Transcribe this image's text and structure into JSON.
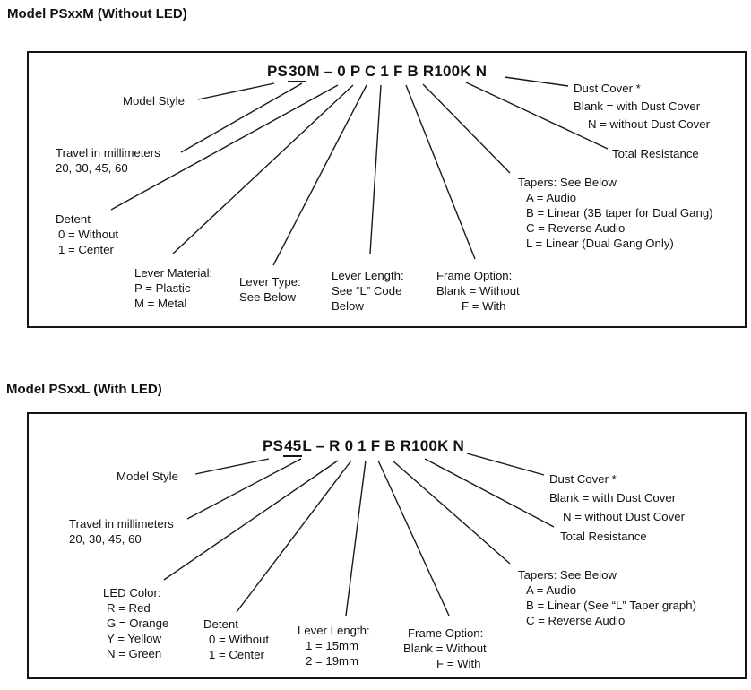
{
  "colors": {
    "background": "#ffffff",
    "text": "#121212",
    "line": "#1a1a1a"
  },
  "diagram1": {
    "header": "Model PSxxM (Without LED)",
    "part_number": {
      "prefix": "PS",
      "travel": "30",
      "suffix": "M – 0 P C 1 F B R100K N"
    },
    "labels": {
      "model_style": {
        "lines": [
          "Model Style"
        ]
      },
      "travel": {
        "lines": [
          "Travel in millimeters",
          "20, 30, 45, 60"
        ]
      },
      "detent": {
        "lines": [
          "Detent",
          "0 = Without",
          "1 = Center"
        ]
      },
      "lever_material": {
        "lines": [
          "Lever Material:",
          "P = Plastic",
          "M = Metal"
        ]
      },
      "lever_type": {
        "lines": [
          "Lever Type:",
          "See Below"
        ]
      },
      "lever_length": {
        "lines": [
          "Lever Length:",
          "See “L” Code",
          "Below"
        ]
      },
      "frame_option": {
        "lines": [
          "Frame Option:",
          "Blank = Without",
          "F = With"
        ]
      },
      "tapers": {
        "lines": [
          "Tapers: See Below",
          "A = Audio",
          "B = Linear (3B taper for Dual Gang)",
          "C = Reverse Audio",
          "L = Linear (Dual Gang Only)"
        ]
      },
      "total_resistance": {
        "lines": [
          "Total Resistance"
        ]
      },
      "dust_cover": {
        "lines": [
          "Dust Cover *",
          "Blank = with Dust Cover",
          "N = without Dust Cover"
        ]
      }
    }
  },
  "diagram2": {
    "header": "Model PSxxL (With LED)",
    "part_number": {
      "prefix": "PS",
      "travel": "45",
      "suffix": "L – R 0 1 F B R100K N"
    },
    "labels": {
      "model_style": {
        "lines": [
          "Model Style"
        ]
      },
      "travel": {
        "lines": [
          "Travel in millimeters",
          "20, 30, 45, 60"
        ]
      },
      "led_color": {
        "lines": [
          "LED Color:",
          "R = Red",
          "G = Orange",
          "Y = Yellow",
          "N = Green"
        ]
      },
      "detent": {
        "lines": [
          "Detent",
          "0 = Without",
          "1 = Center"
        ]
      },
      "lever_length": {
        "lines": [
          "Lever Length:",
          "1 = 15mm",
          "2 = 19mm"
        ]
      },
      "frame_option": {
        "lines": [
          "Frame Option:",
          "Blank = Without",
          "F = With"
        ]
      },
      "tapers": {
        "lines": [
          "Tapers: See Below",
          "A = Audio",
          "B = Linear (See “L” Taper graph)",
          "C = Reverse Audio"
        ]
      },
      "total_resistance": {
        "lines": [
          "Total Resistance"
        ]
      },
      "dust_cover": {
        "lines": [
          "Dust Cover *",
          "Blank = with Dust Cover",
          "N = without Dust Cover"
        ]
      }
    }
  }
}
